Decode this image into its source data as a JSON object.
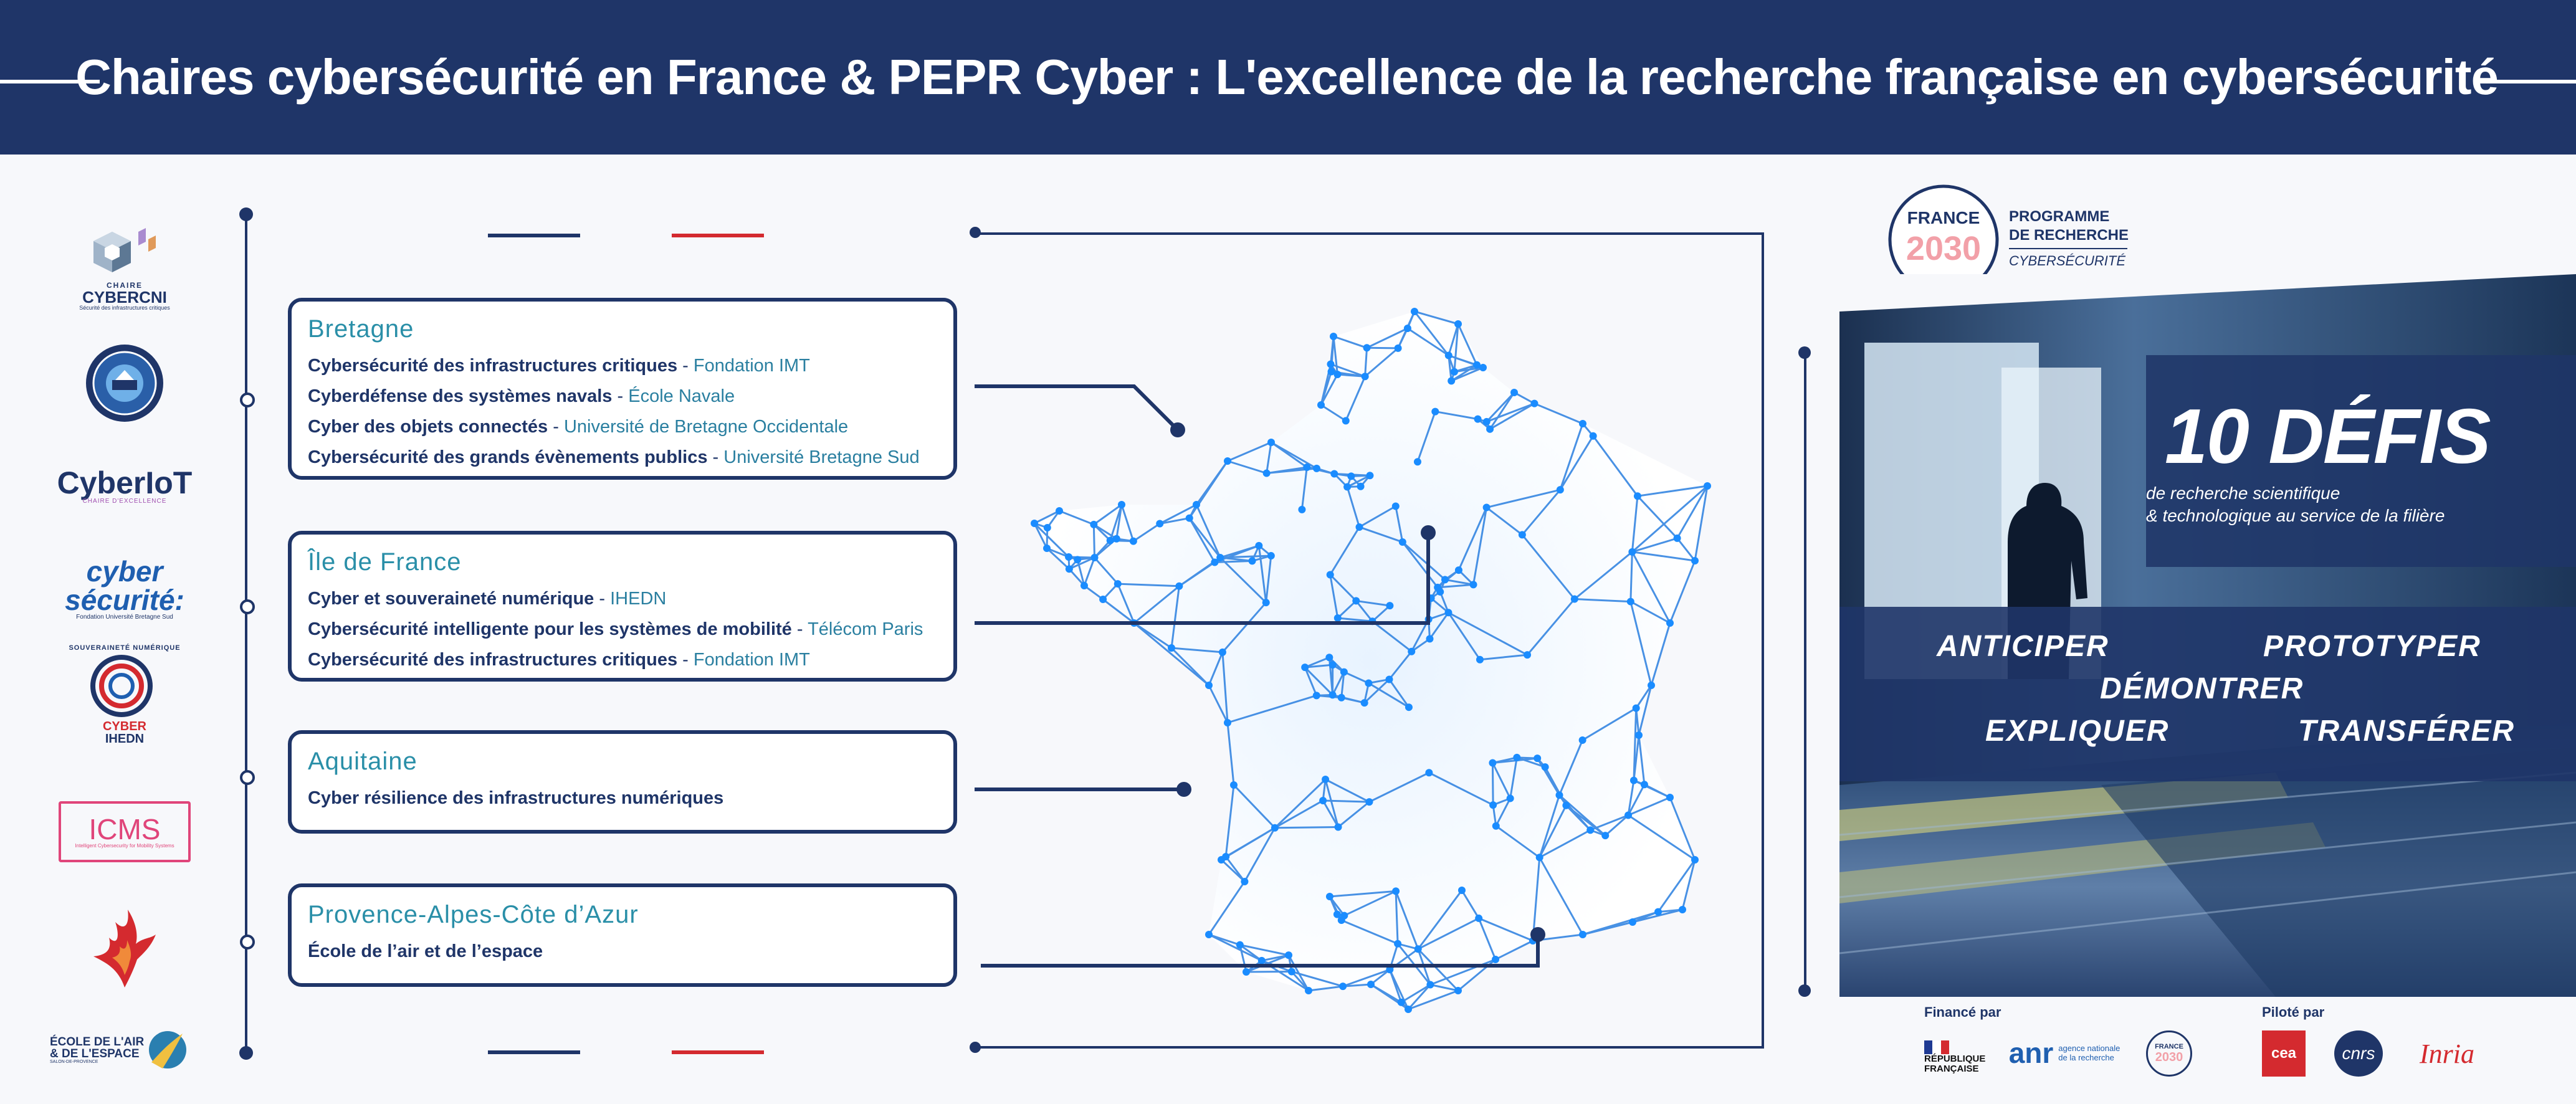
{
  "header": {
    "title": "Chaires cybersécurité en France & PEPR Cyber : L'excellence de la recherche française en cybersécurité"
  },
  "logos": [
    {
      "id": "cybercni",
      "line1": "CHAIRE",
      "line2": "CYBERCNI",
      "line3": "Sécurité des infrastructures critiques"
    },
    {
      "id": "naval",
      "text": ""
    },
    {
      "id": "cyberiot",
      "line1": "CyberIoT",
      "line2": "CHAIRE D'EXCELLENCE"
    },
    {
      "id": "cybersecurite",
      "line1": "cyber",
      "line2": "sécurité:",
      "line3": "Fondation Université Bretagne Sud"
    },
    {
      "id": "ihedn",
      "line1": "SOUVERAINETÉ NUMÉRIQUE",
      "line2": "CYBER",
      "line3": "IHEDN"
    },
    {
      "id": "icms",
      "line1": "ICMS",
      "line2": "Intelligent Cybersecurity for Mobility Systems"
    },
    {
      "id": "phoenix",
      "text": ""
    },
    {
      "id": "ecole-air",
      "line1": "ÉCOLE DE L'AIR",
      "line2": "& DE L'ESPACE",
      "line3": "SALON-DE-PROVENCE"
    }
  ],
  "regions": [
    {
      "name": "Bretagne",
      "chairs": [
        {
          "title": "Cybersécurité des infrastructures critiques",
          "sep": " - ",
          "inst": "Fondation IMT"
        },
        {
          "title": "Cyberdéfense des systèmes navals",
          "sep": " - ",
          "inst": "École Navale"
        },
        {
          "title": "Cyber des objets connectés",
          "sep": " - ",
          "inst": "Université de Bretagne Occidentale"
        },
        {
          "title": "Cybersécurité des grands évènements publics",
          "sep": " - ",
          "inst": "Université Bretagne Sud"
        }
      ]
    },
    {
      "name": "Île de France",
      "chairs": [
        {
          "title": "Cyber et souveraineté numérique",
          "sep": " - ",
          "inst": "IHEDN"
        },
        {
          "title": "Cybersécurité intelligente pour les systèmes de mobilité",
          "sep": " - ",
          "inst": "Télécom Paris"
        },
        {
          "title": "Cybersécurité des infrastructures critiques",
          "sep": " - ",
          "inst": "Fondation IMT"
        }
      ]
    },
    {
      "name": "Aquitaine",
      "chairs": [
        {
          "title": "Cyber résilience des infrastructures numériques",
          "sep": "",
          "inst": ""
        }
      ]
    },
    {
      "name": "Provence-Alpes-Côte d’Azur",
      "chairs": [
        {
          "title": "École de l’air et de l’espace",
          "sep": "",
          "inst": ""
        }
      ]
    }
  ],
  "france2030": {
    "france": "FRANCE",
    "year": "2030",
    "programme_line1": "PROGRAMME",
    "programme_line2": "DE RECHERCHE",
    "programme_line3": "CYBERSÉCURITÉ"
  },
  "defis": {
    "title": "10 DÉFIS",
    "subtitle_line1": "de recherche scientifique",
    "subtitle_line2": "& technologique au service de la filière"
  },
  "verbs": {
    "anticiper": "ANTICIPER",
    "prototyper": "PROTOTYPER",
    "demontrer": "DÉMONTRER",
    "expliquer": "EXPLIQUER",
    "transferer": "TRANSFÉRER"
  },
  "sponsors": {
    "finance_label": "Financé par",
    "pilote_label": "Piloté par",
    "republique_line1": "RÉPUBLIQUE",
    "republique_line2": "FRANÇAISE",
    "anr": "anr",
    "anr_sub1": "agence nationale",
    "anr_sub2": "de la recherche",
    "f2030_small_1": "FRANCE",
    "f2030_small_2": "2030",
    "cea": "cea",
    "cnrs": "cnrs",
    "inria": "Inria"
  },
  "colors": {
    "navy": "#1f3568",
    "teal": "#2a8fa8",
    "red": "#d42a2f",
    "map_blue": "#2a7fe0"
  }
}
